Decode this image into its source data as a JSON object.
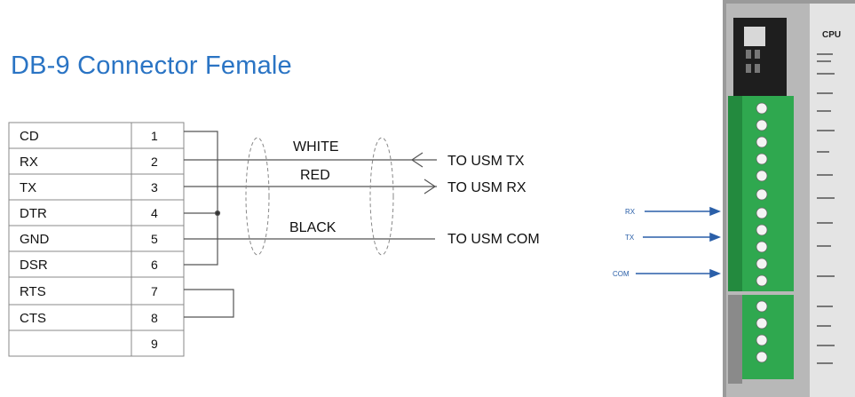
{
  "title": "DB-9 Connector Female",
  "pins": [
    {
      "name": "CD",
      "num": "1"
    },
    {
      "name": "RX",
      "num": "2"
    },
    {
      "name": "TX",
      "num": "3"
    },
    {
      "name": "DTR",
      "num": "4"
    },
    {
      "name": "GND",
      "num": "5"
    },
    {
      "name": "DSR",
      "num": "6"
    },
    {
      "name": "RTS",
      "num": "7"
    },
    {
      "name": "CTS",
      "num": "8"
    },
    {
      "name": "",
      "num": "9"
    }
  ],
  "wires": [
    {
      "label": "WHITE",
      "dest": "TO USM TX"
    },
    {
      "label": "RED",
      "dest": "TO USM RX"
    },
    {
      "label": "BLACK",
      "dest": "TO USM COM"
    }
  ],
  "module": {
    "cpu_label": "CPU",
    "side_labels": [
      "RX",
      "TX",
      "COM"
    ]
  },
  "colors": {
    "title": "#2a74c4",
    "terminal_green": "#2fa84f",
    "arrow_blue": "#2a5fa8"
  }
}
